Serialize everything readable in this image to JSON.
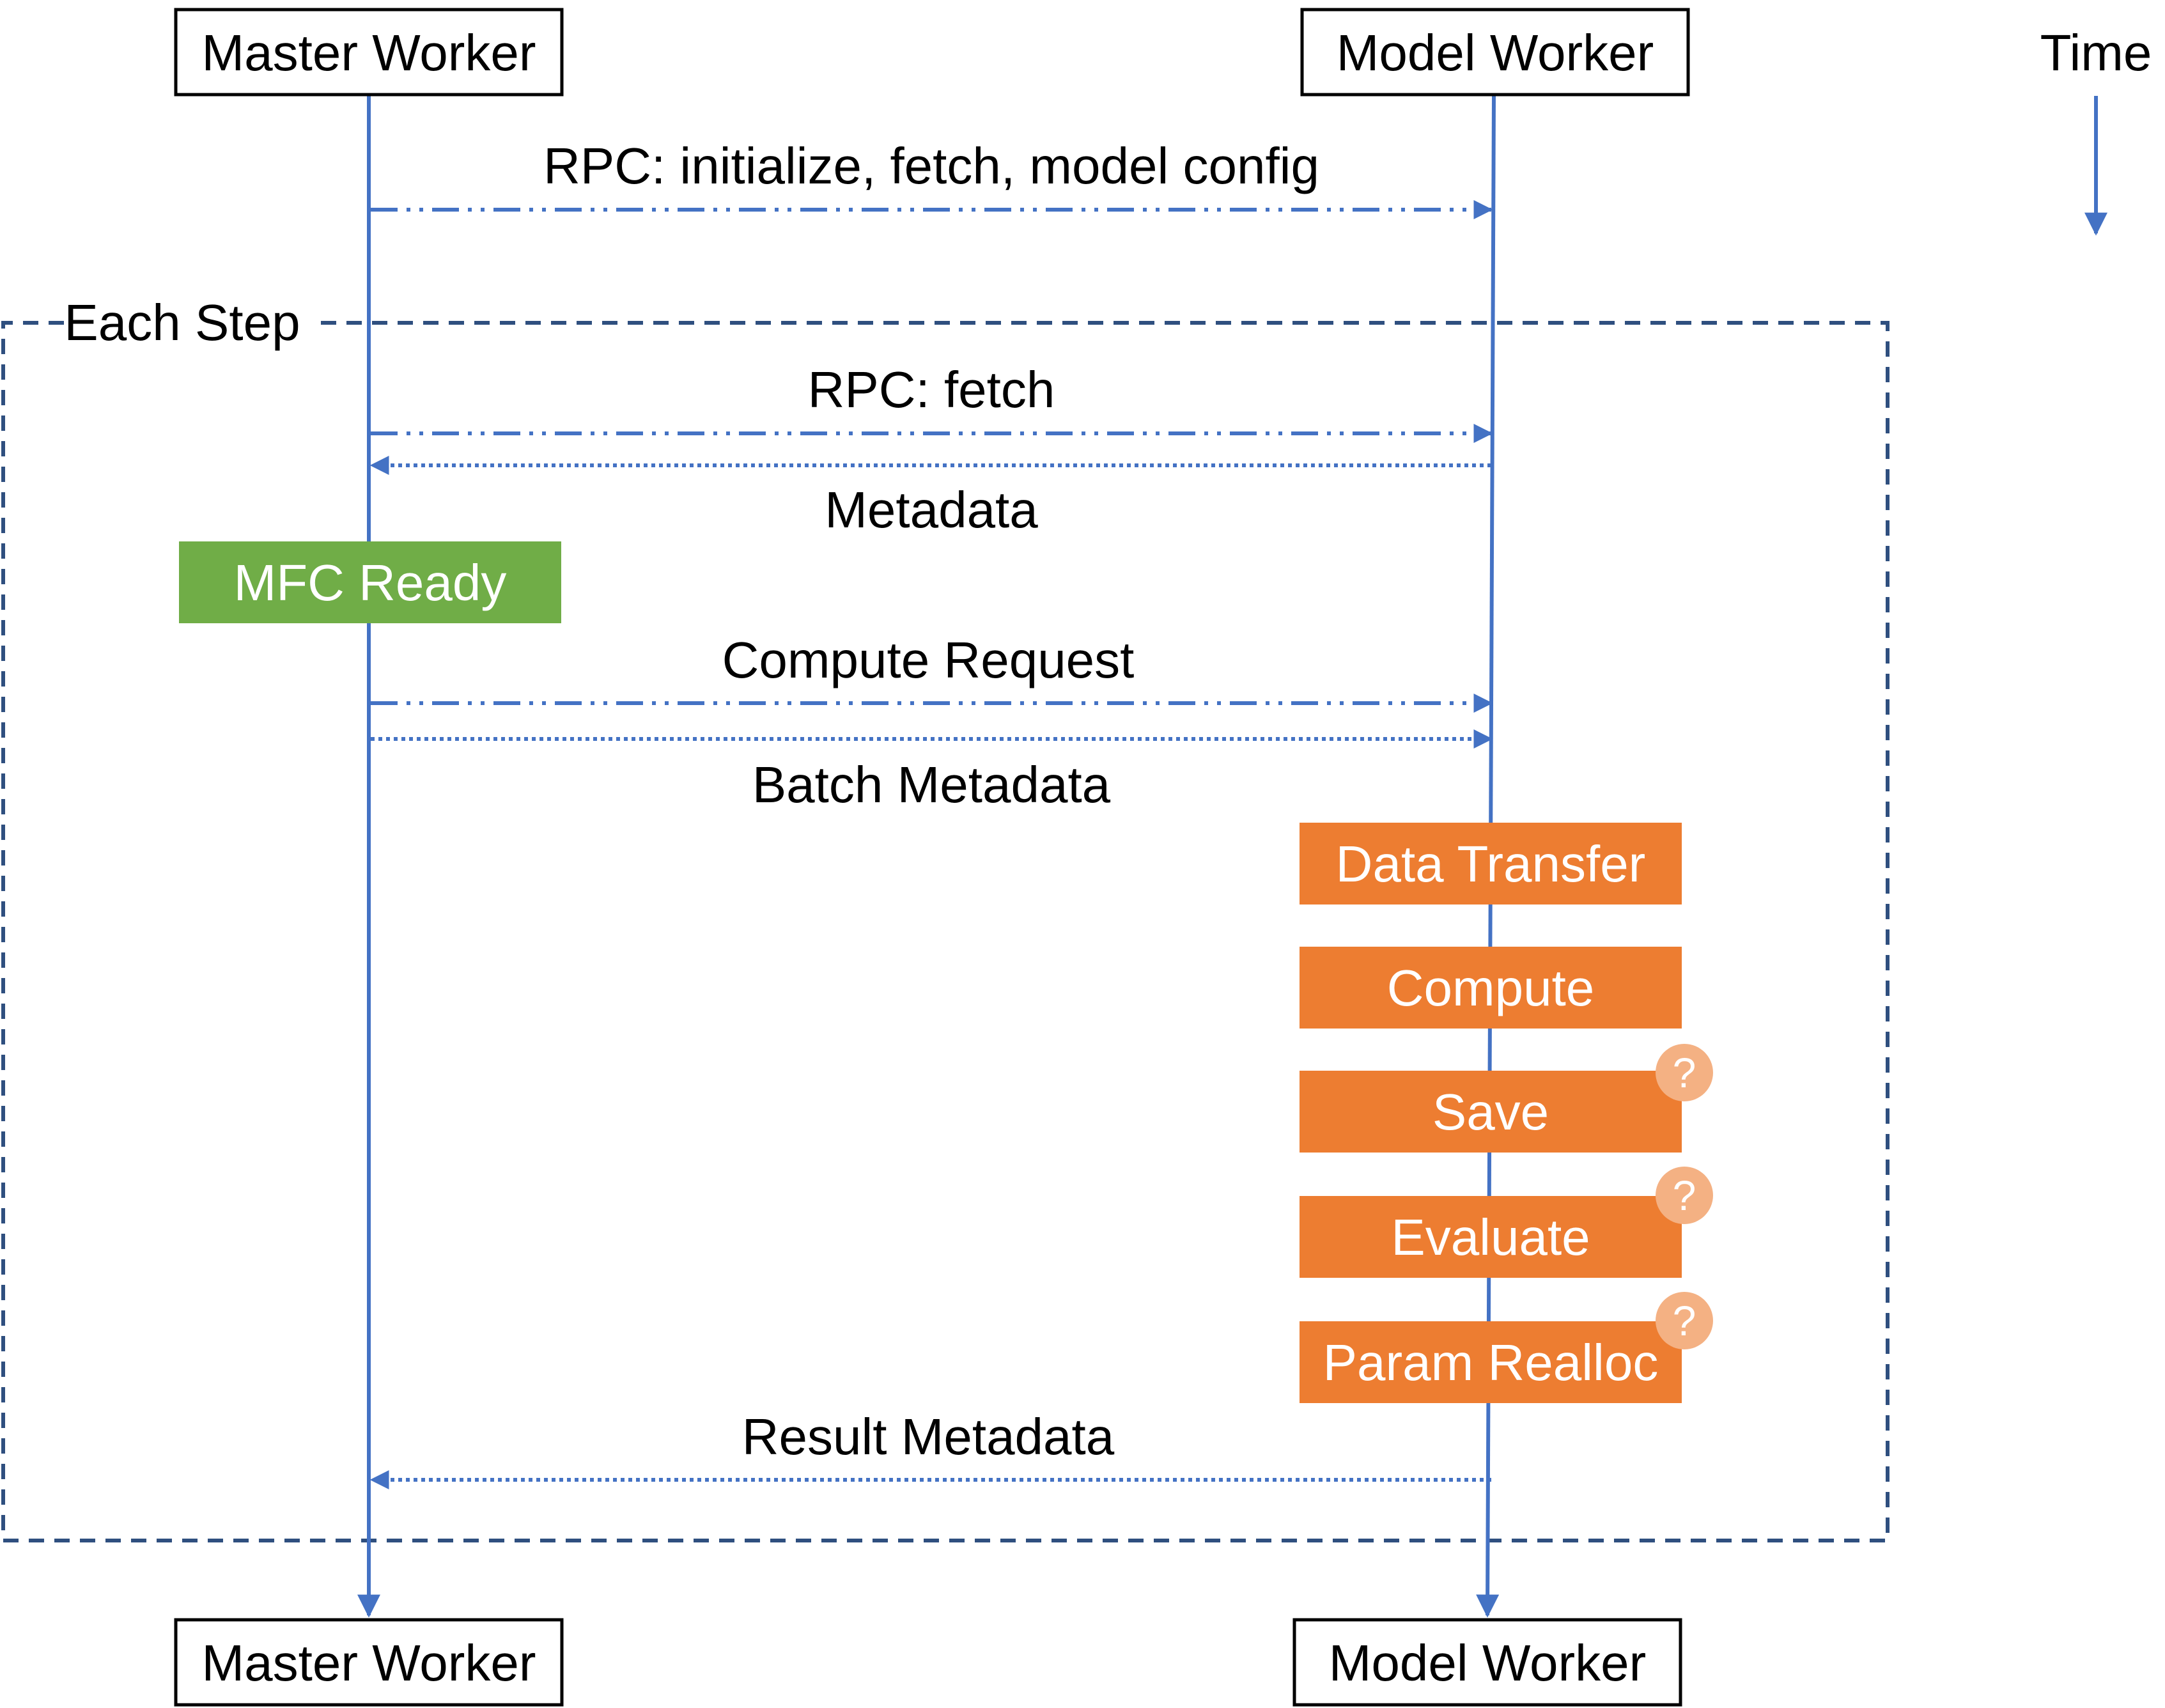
{
  "participants": {
    "master_top": "Master Worker",
    "model_top": "Model Worker",
    "master_bottom": "Master Worker",
    "model_bottom": "Model Worker"
  },
  "time_label": "Time",
  "loop_label": "Each Step",
  "messages": {
    "init_rpc": "RPC: initialize, fetch, model config",
    "fetch_rpc": "RPC: fetch",
    "metadata": "Metadata",
    "compute_request": "Compute Request",
    "batch_metadata": "Batch Metadata",
    "result_metadata": "Result Metadata"
  },
  "master_activity": "MFC Ready",
  "model_activities": [
    "Data Transfer",
    "Compute",
    "Save",
    "Evaluate",
    "Param Realloc"
  ],
  "optional_marker": "?",
  "colors": {
    "line_blue": "#4472C4",
    "loop_border": "#2F4F7F",
    "green": "#70AD47",
    "orange": "#ED7D31",
    "light_orange": "#F4B183"
  }
}
